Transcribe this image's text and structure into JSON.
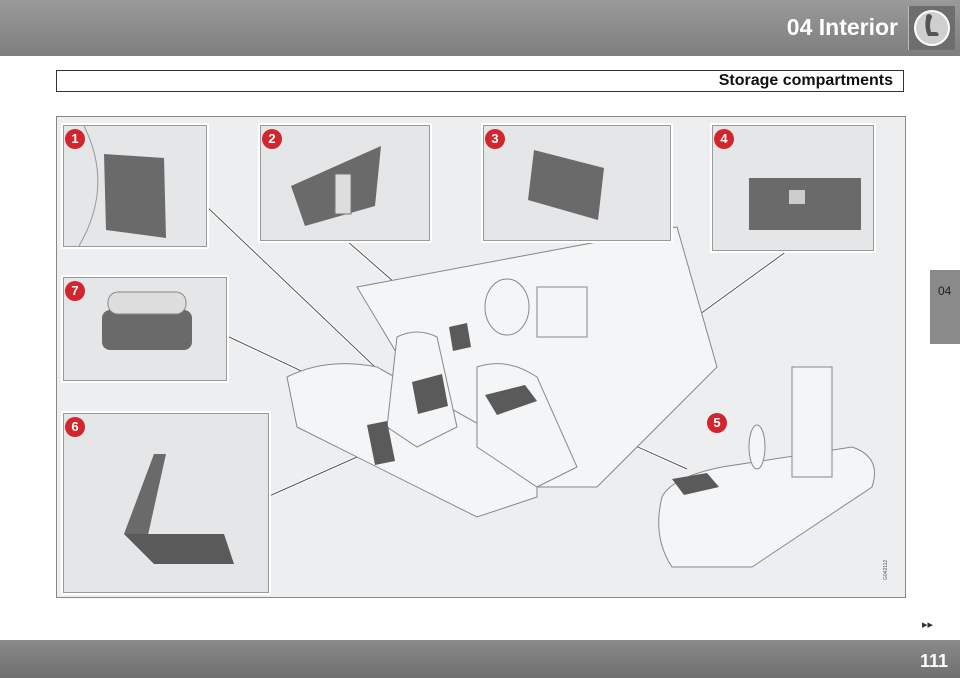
{
  "header": {
    "chapter_title": "04 Interior",
    "chapter_icon": "seat-icon"
  },
  "section": {
    "title": "Storage compartments"
  },
  "side_tab": {
    "label": "04"
  },
  "figure": {
    "code": "G042112",
    "callouts": [
      "1",
      "2",
      "3",
      "4",
      "5",
      "6",
      "7"
    ]
  },
  "footer": {
    "continue_marker": "▸▸",
    "page_number": "111"
  },
  "colors": {
    "callout": "#d2262e",
    "bar": "#8a8a8a"
  }
}
